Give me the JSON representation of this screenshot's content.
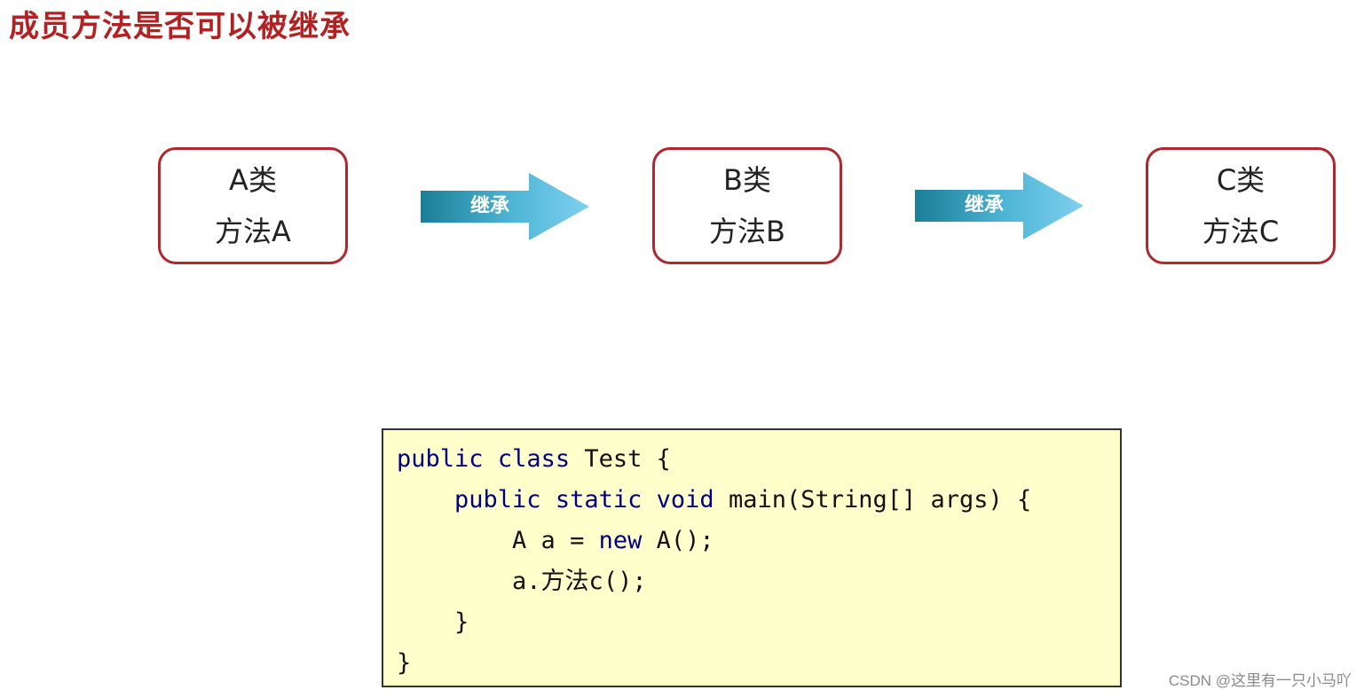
{
  "title": "成员方法是否可以被继承",
  "classes": [
    {
      "name": "A类",
      "method": "方法A"
    },
    {
      "name": "B类",
      "method": "方法B"
    },
    {
      "name": "C类",
      "method": "方法C"
    }
  ],
  "arrows": [
    {
      "label": "继承"
    },
    {
      "label": "继承"
    }
  ],
  "colors": {
    "title": "#b22222",
    "box_border": "#b0282d",
    "arrow_dark": "#1a7e96",
    "arrow_light": "#7fd0ee",
    "code_bg": "#ffffcc",
    "keyword": "#000080"
  },
  "code": {
    "line1": {
      "kw1": "public",
      "kw2": "class",
      "rest": " Test {"
    },
    "line2": {
      "indent": "    ",
      "kw1": "public",
      "kw2": "static",
      "kw3": "void",
      "rest": " main(String[] args) {"
    },
    "line3": {
      "indent": "        ",
      "pre": "A a = ",
      "kw": "new",
      "rest": " A();"
    },
    "line4": {
      "indent": "        ",
      "text": "a.方法c();"
    },
    "line5": {
      "indent": "    ",
      "text": "}"
    },
    "line6": {
      "text": "}"
    }
  },
  "watermark": "CSDN @这里有一只小马吖"
}
